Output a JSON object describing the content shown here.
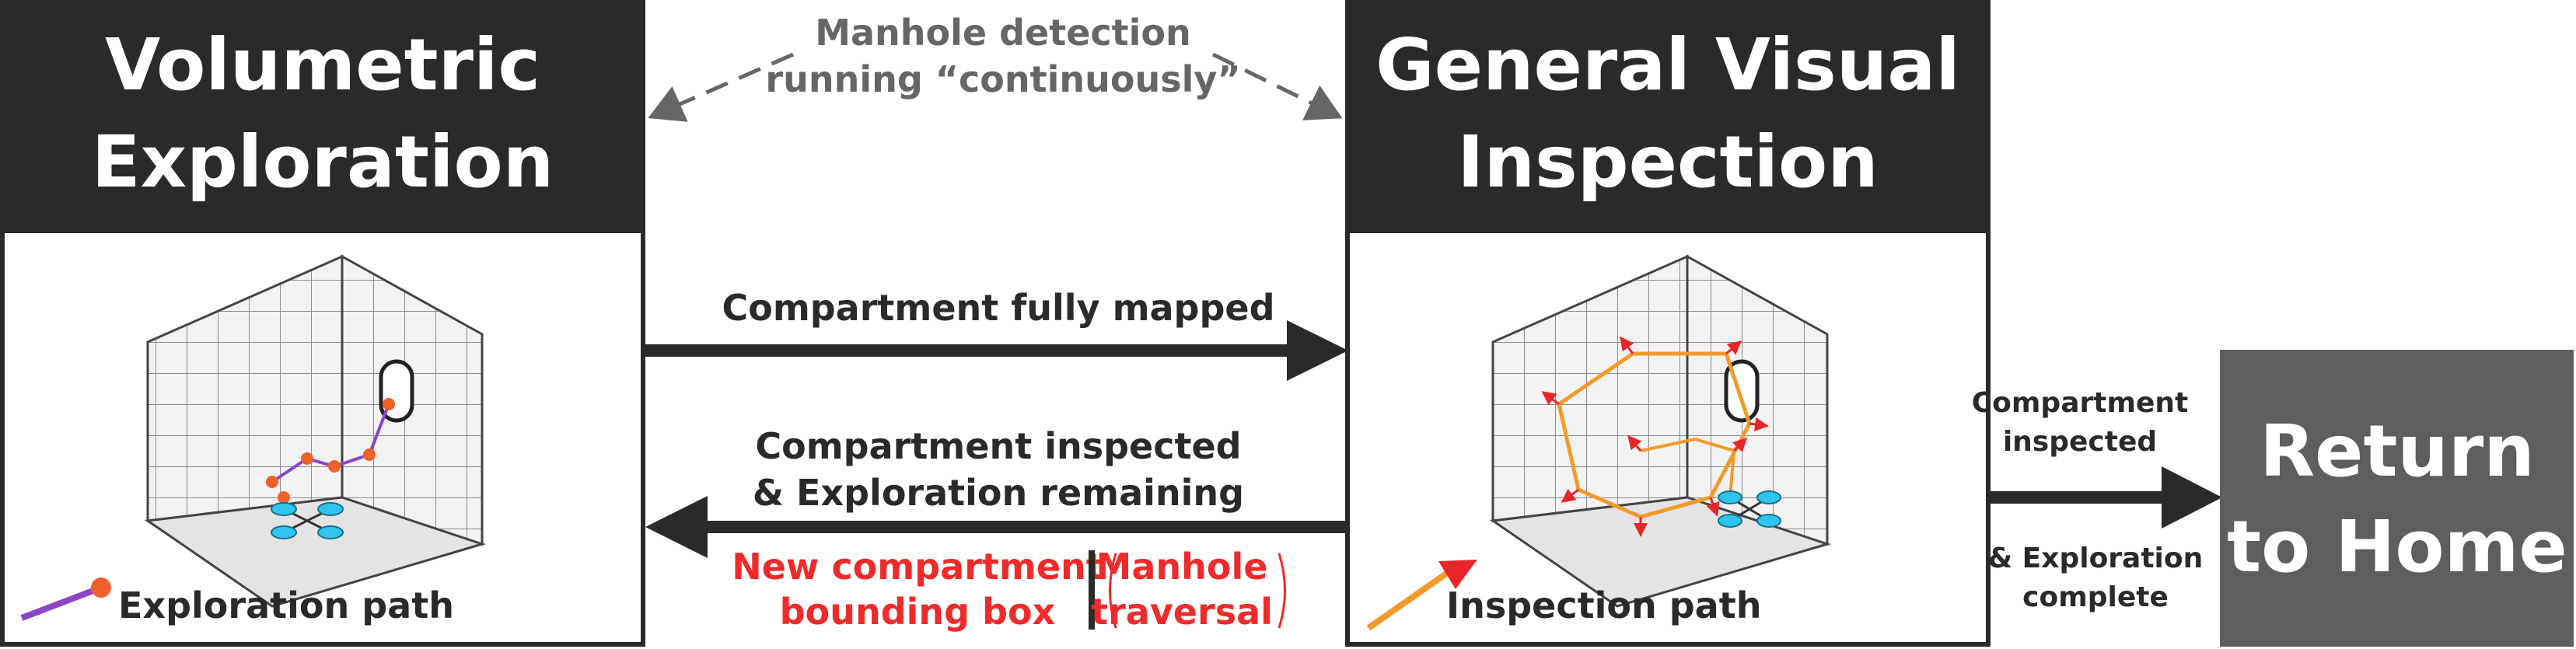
{
  "states": {
    "exploration": {
      "title_line1": "Volumetric",
      "title_line2": "Exploration",
      "legend": "Exploration path"
    },
    "inspection": {
      "title_line1": "General Visual",
      "title_line2": "Inspection",
      "legend": "Inspection path"
    },
    "home": {
      "title_line1": "Return",
      "title_line2": "to Home"
    }
  },
  "transitions": {
    "manhole_line1": "Manhole detection",
    "manhole_line2": "running “continuously”",
    "fully_mapped": "Compartment fully mapped",
    "back_line1": "Compartment inspected",
    "back_line2": "& Exploration remaining",
    "new_box_line1": "New compartment",
    "new_box_line2": "bounding box",
    "manhole_trav_line1": "Manhole",
    "manhole_trav_line2": "traversal",
    "home_top_line1": "Compartment",
    "home_top_line2": "inspected",
    "home_bottom_line1": "& Exploration",
    "home_bottom_line2": "complete"
  },
  "colors": {
    "header_bg": "#2b2a28",
    "home_bg": "#5e5e5e",
    "arrow": "#2b2a28",
    "dashed_arrow": "#666666",
    "red_text": "#ee2a2a",
    "exploration_path": "#8e44c7",
    "exploration_node": "#f0602a",
    "inspection_path": "#f49a2a",
    "inspection_arrow": "#e8262a",
    "drone": "#2ec4ee"
  }
}
